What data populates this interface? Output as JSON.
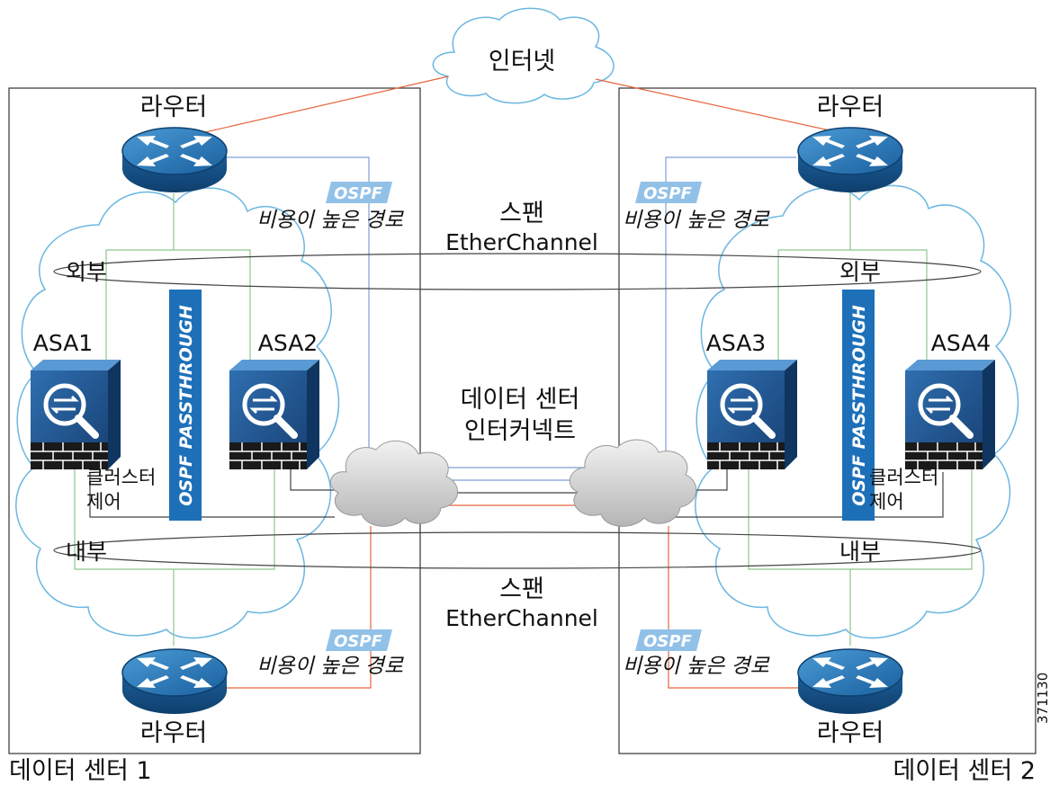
{
  "internet_label": "인터넷",
  "router_label": "라우터",
  "ospf_tag": "OSPF",
  "high_cost_path": "비용이 높은 경로",
  "spanned_label": "스팬",
  "etherchannel_label": "EtherChannel",
  "outside_label": "외부",
  "inside_label": "내부",
  "dci_line1": "데이터 센터",
  "dci_line2": "인터커넥트",
  "passthrough_label": "OSPF PASSTHROUGH",
  "cluster_control_line1": "클러스터",
  "cluster_control_line2": "제어",
  "asa": [
    "ASA1",
    "ASA2",
    "ASA3",
    "ASA4"
  ],
  "data_center_1": "데이터 센터 1",
  "data_center_2": "데이터 센터 2",
  "figure_number": "371130",
  "colors": {
    "cloud_edge": "#6bb7e0",
    "internet_link": "#e8653c",
    "green_link": "#8cc78c",
    "blue_link": "#7f9fd6",
    "device_blue": "#1f5f9c",
    "ospf_tag": "#92c1e8",
    "passthrough_bar": "#1d70b8"
  }
}
